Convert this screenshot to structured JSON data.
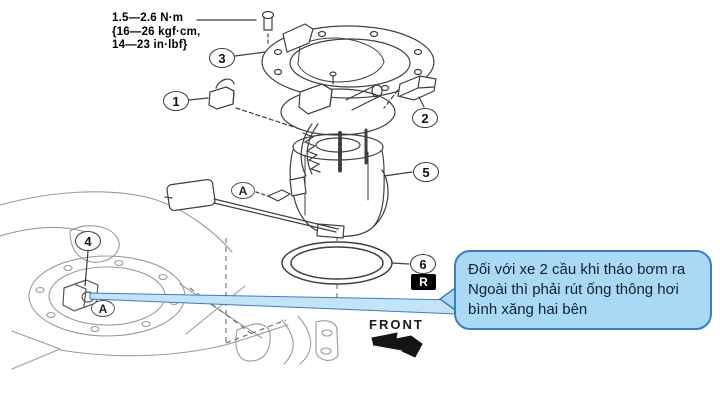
{
  "torque_spec": {
    "line1": "1.5—2.6 N·m",
    "line2": "{16—26 kgf·cm,",
    "line3": "14—23 in·lbf}"
  },
  "callouts": [
    {
      "label": "1"
    },
    {
      "label": "2"
    },
    {
      "label": "3"
    },
    {
      "label": "4"
    },
    {
      "label": "5"
    },
    {
      "label": "6"
    }
  ],
  "markers": {
    "upper": "A",
    "lower": "A"
  },
  "replace_badge": "R",
  "front_label": "FRONT",
  "note": {
    "line1": "Đối với xe 2 cầu khi tháo bơm ra",
    "line2": "Ngoài thì phải rút ống thông hơi",
    "line3": "bình xăng hai bên"
  },
  "colors": {
    "line_art": "#3f3f3f",
    "tank_lines": "#9a9a9a",
    "note_fill": "#a9d9f4",
    "note_border": "#3e7cc0",
    "note_text": "#122033",
    "pointer_fill": "#c5e3f7",
    "badge_bg": "#000000",
    "badge_text": "#ffffff"
  }
}
